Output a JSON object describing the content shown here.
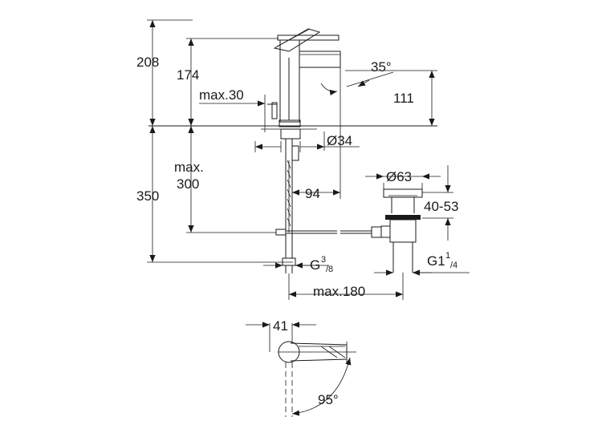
{
  "dimensions": {
    "d208": "208",
    "d174": "174",
    "max30": "max.30",
    "d35deg": "35°",
    "d111": "111",
    "d34": "Ø34",
    "max_label": "max.",
    "d300": "300",
    "d350": "350",
    "d94": "94",
    "d63": "Ø63",
    "d40_53": "40-53",
    "g_main": "G",
    "g_sup": "3",
    "g_sub": "/8",
    "g1_main": "G1",
    "g1_sup": "1",
    "g1_sub": "/4",
    "max180": "max.180",
    "d41": "41",
    "d95deg": "95°"
  }
}
